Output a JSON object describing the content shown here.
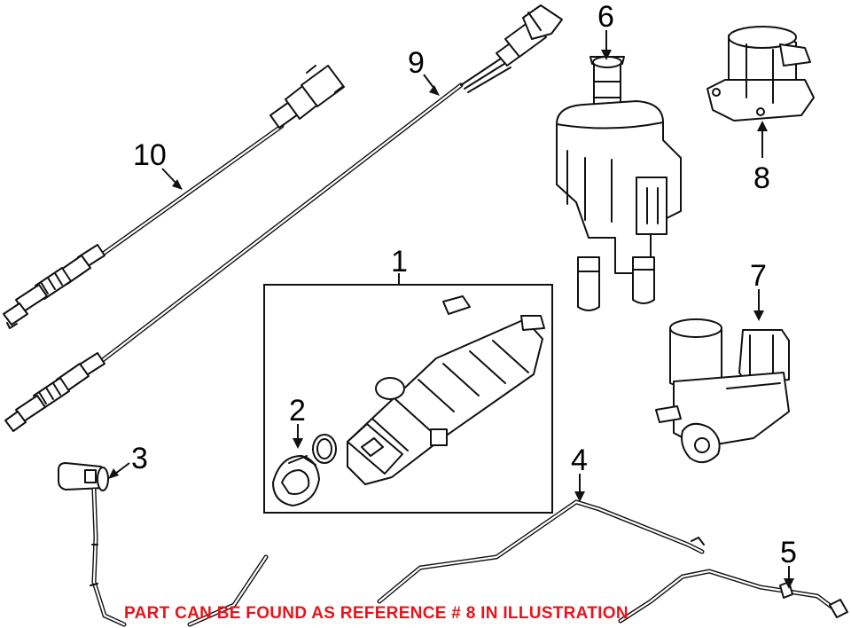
{
  "callouts": {
    "c1": "1",
    "c2": "2",
    "c3": "3",
    "c4": "4",
    "c5": "5",
    "c6": "6",
    "c7": "7",
    "c8": "8",
    "c9": "9",
    "c10": "10"
  },
  "note": "PART CAN BE FOUND AS REFERENCE # 8 IN ILLUSTRATION",
  "colors": {
    "note": "#e8141b",
    "line": "#111111",
    "background": "#ffffff"
  }
}
